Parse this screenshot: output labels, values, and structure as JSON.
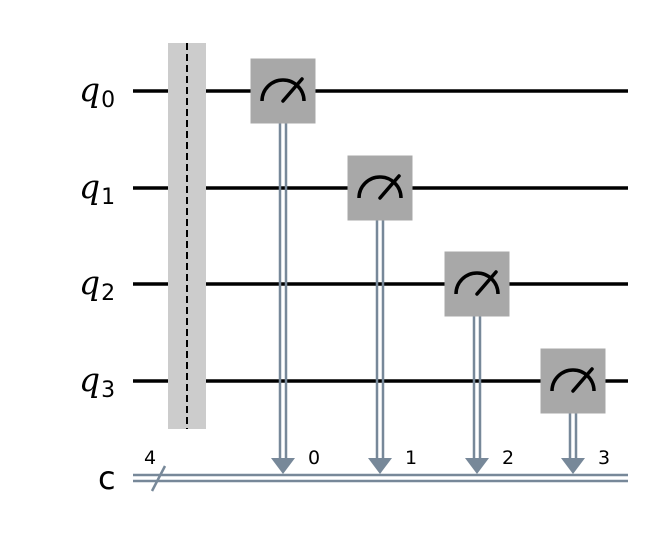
{
  "circuit": {
    "qubits": [
      {
        "name": "q",
        "index": "0"
      },
      {
        "name": "q",
        "index": "1"
      },
      {
        "name": "q",
        "index": "2"
      },
      {
        "name": "q",
        "index": "3"
      }
    ],
    "classical_register": {
      "name": "c",
      "size": "4"
    },
    "barrier": {
      "spans_qubits": [
        0,
        1,
        2,
        3
      ]
    },
    "measurements": [
      {
        "qubit": 0,
        "clbit": "0"
      },
      {
        "qubit": 1,
        "clbit": "1"
      },
      {
        "qubit": 2,
        "clbit": "2"
      },
      {
        "qubit": 3,
        "clbit": "3"
      }
    ],
    "colors": {
      "wire": "#000000",
      "classical_wire": "#778899",
      "measure_box": "#a8a8a8",
      "barrier": "#cccccc"
    }
  }
}
